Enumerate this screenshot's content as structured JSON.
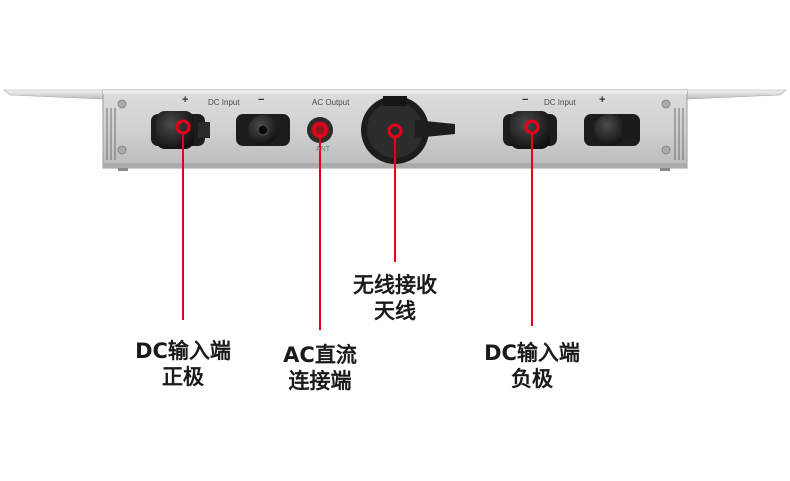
{
  "panel": {
    "left_dc_label": "DC Input",
    "right_dc_label": "DC Input",
    "ac_label": "AC Output",
    "left_plus": "+",
    "left_minus": "−",
    "right_minus": "−",
    "right_plus": "+",
    "ant_mark": "ANT"
  },
  "callouts": {
    "dc_positive": {
      "line1": "DC输入端",
      "line2": "正极"
    },
    "ac_connector": {
      "line1": "AC直流",
      "line2": "连接端"
    },
    "antenna": {
      "line1": "无线接收",
      "line2": "天线"
    },
    "dc_negative": {
      "line1": "DC输入端",
      "line2": "负极"
    }
  },
  "colors": {
    "accent": "#e8001a",
    "panel": "#c9cbcd",
    "connector": "#1e1e1e"
  }
}
